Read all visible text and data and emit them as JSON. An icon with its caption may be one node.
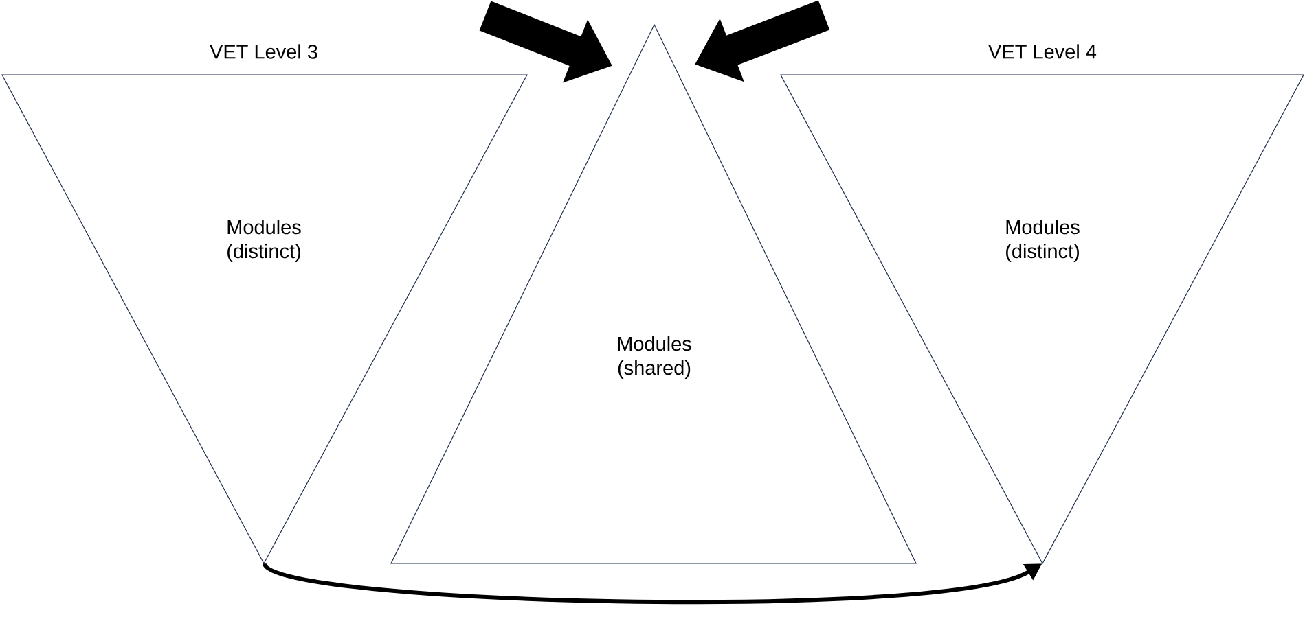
{
  "diagram": {
    "nodes": [
      {
        "text": [
          "VET Level 3",
          "Modules (distinct)"
        ]
      },
      {
        "text": [
          "Modules (shared)"
        ]
      },
      {
        "text": [
          "VET Level 4",
          "Modules (distinct)"
        ]
      }
    ],
    "edges": [
      {
        "from": null,
        "to": 1,
        "arrow": "to"
      },
      {
        "from": null,
        "to": 1,
        "arrow": "to"
      },
      {
        "from": 0,
        "to": 2,
        "arrow": "to"
      }
    ]
  }
}
